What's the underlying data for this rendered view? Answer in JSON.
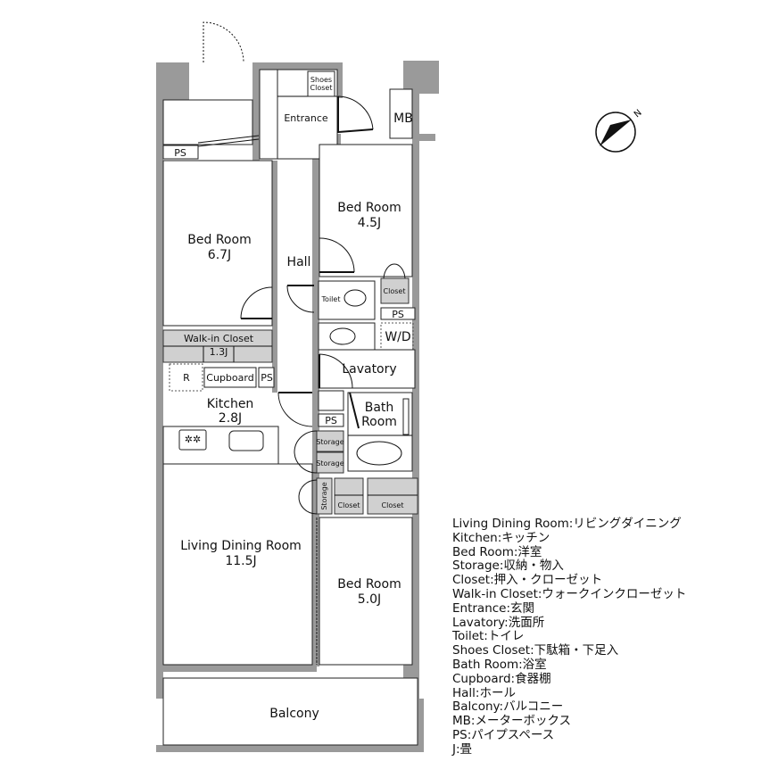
{
  "floorplan": {
    "rooms": {
      "bed_room_1": {
        "name": "Bed Room",
        "size": "6.7J"
      },
      "bed_room_2": {
        "name": "Bed Room",
        "size": "4.5J"
      },
      "bed_room_3": {
        "name": "Bed Room",
        "size": "5.0J"
      },
      "walk_in_closet": {
        "name": "Walk-in Closet",
        "size": "1.3J"
      },
      "kitchen": {
        "name": "Kitchen",
        "size": "2.8J"
      },
      "living_dining": {
        "name": "Living Dining Room",
        "size": "11.5J"
      },
      "hall": "Hall",
      "entrance": "Entrance",
      "shoes_closet": [
        "Shoes",
        "Closet"
      ],
      "mb": "MB",
      "toilet": "Toilet",
      "closet_small": "Closet",
      "ps_labels": [
        "PS",
        "PS",
        "PS",
        "PS"
      ],
      "wd": "W/D",
      "lavatory": "Lavatory",
      "bath_room": [
        "Bath",
        "Room"
      ],
      "refrigerator": "R",
      "cupboard": "Cupboard",
      "storage": [
        "Storage",
        "Storage",
        "Storage"
      ],
      "closets_bottom": [
        "Closet",
        "Closet"
      ],
      "balcony": "Balcony"
    },
    "compass_icon": "north-arrow",
    "north_label": "N"
  },
  "legend": [
    "Living Dining Room:リビングダイニング",
    "Kitchen:キッチン",
    "Bed Room:洋室",
    "Storage:収納・物入",
    "Closet:押入・クローゼット",
    "Walk-in Closet:ウォークインクローゼット",
    "Entrance:玄関",
    "Lavatory:洗面所",
    "Toilet:トイレ",
    "Shoes Closet:下駄箱・下足入",
    "Bath Room:浴室",
    "Cupboard:食器棚",
    "Hall:ホール",
    "Balcony:バルコニー",
    "MB:メーターボックス",
    "PS:パイプスペース",
    "J:畳"
  ]
}
